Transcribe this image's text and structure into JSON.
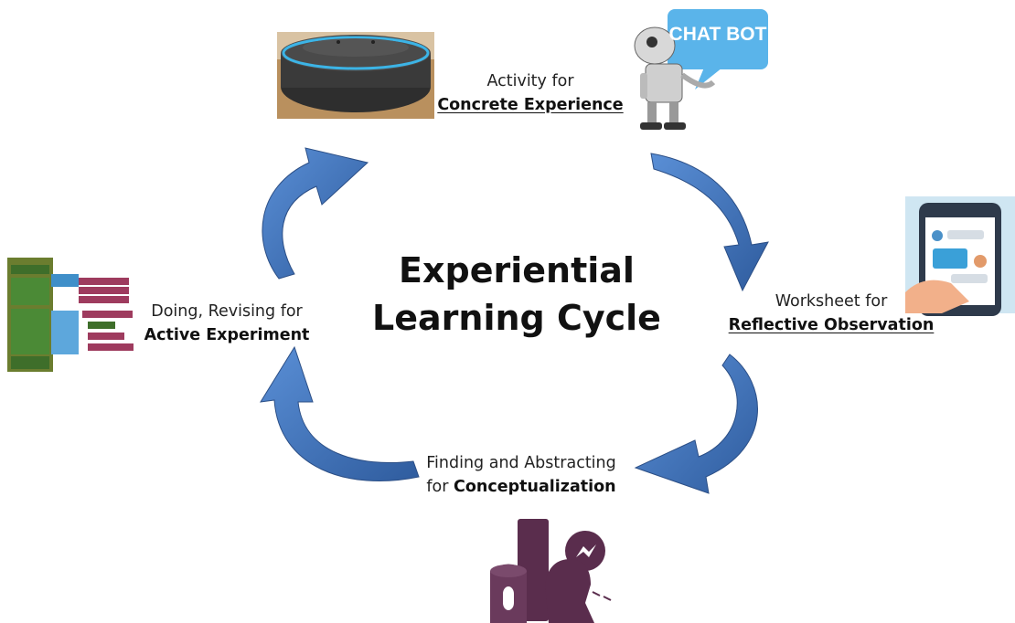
{
  "title": {
    "line1": "Experiential",
    "line2": "Learning Cycle"
  },
  "stages": {
    "concrete": {
      "prefix": "Activity for",
      "emphasis": "Concrete Experience"
    },
    "reflective": {
      "prefix": "Worksheet for",
      "emphasis": "Reflective Observation"
    },
    "abstract": {
      "line1": "Finding and Abstracting",
      "prefix": "for ",
      "emphasis": "Conceptualization"
    },
    "active": {
      "prefix": "Doing, Revising for",
      "emphasis": "Active Experiment"
    }
  },
  "chatbot_sign": "CHAT BOT",
  "colors": {
    "arrow": "#3b6db5",
    "arrow_edge": "#2c4f86",
    "speaker_body": "#3a3a3a",
    "speaker_ring": "#3cb4e6",
    "chat_bubble": "#5ab4ea",
    "phone": "#2e3a4b",
    "voice_icon": "#5a2d4d"
  },
  "icons": [
    "smart-speaker-icon",
    "chatbot-robot-icon",
    "phone-chat-icon",
    "voice-assistant-icon",
    "block-code-icon"
  ]
}
